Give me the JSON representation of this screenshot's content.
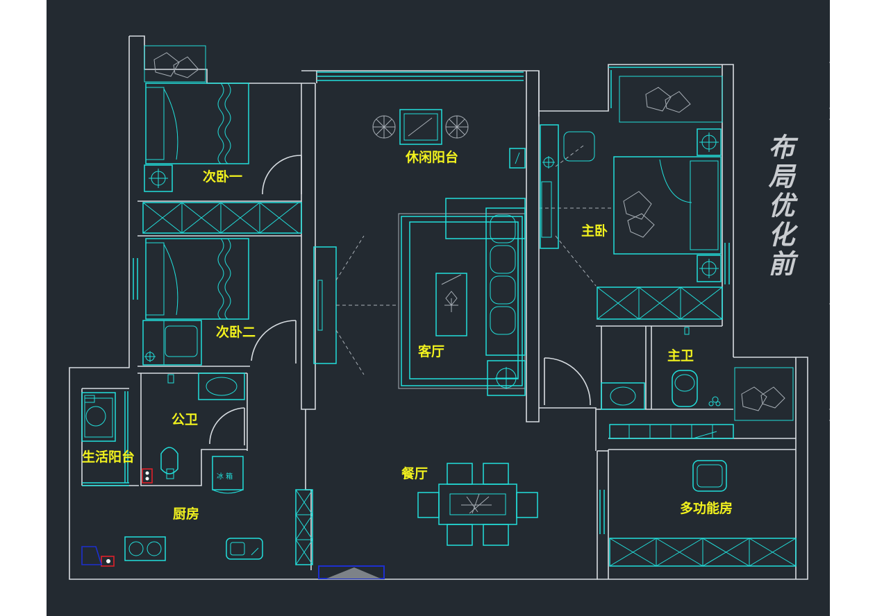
{
  "title": "布局优化前",
  "rooms": {
    "secondary_bedroom_1": "次卧一",
    "secondary_bedroom_2": "次卧二",
    "leisure_balcony": "休闲阳台",
    "master_bedroom": "主卧",
    "living_room": "客厅",
    "master_bath": "主卫",
    "public_bath": "公卫",
    "utility_balcony": "生活阳台",
    "dining_room": "餐厅",
    "kitchen": "厨房",
    "multi_function_room": "多功能房"
  },
  "fixtures": {
    "fridge_label": "冰 箱"
  },
  "colors": {
    "background": "#232a31",
    "wall": "#d8dde2",
    "furniture": "#22e0dc",
    "room_label": "#f2f21e",
    "title": "#c9ccd0",
    "entry_marker": "#1d2fd0",
    "outlet_marker": "#e0202a"
  }
}
